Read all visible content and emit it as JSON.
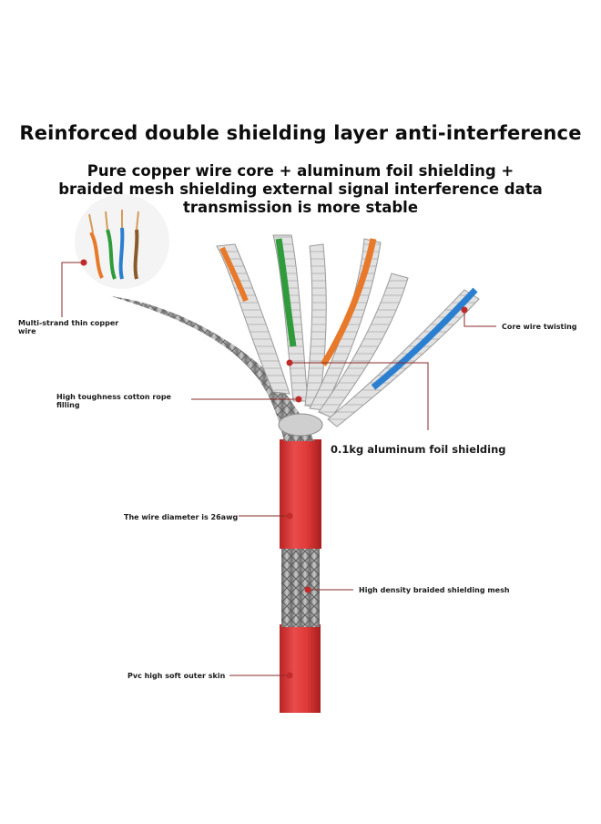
{
  "title": "Reinforced double shielding layer anti-interference",
  "subtitle": "Pure copper wire core + aluminum foil shielding + braided mesh shielding external signal interference data transmission is more stable",
  "callouts": {
    "copper": "Multi-strand thin copper wire",
    "core_twisting": "Core wire twisting",
    "cotton": "High toughness cotton rope filling",
    "foil": "0.1kg aluminum foil shielding",
    "diameter": "The wire diameter is 26awg",
    "braid": "High density braided shielding mesh",
    "pvc": "Pvc high soft outer skin"
  },
  "colors": {
    "jacket": "#e03a3a",
    "jacket_dark": "#b82424",
    "callout_line": "#8a2a2a",
    "braid": "#9a9a9a",
    "foil": "#d9d9d9",
    "pair_orange": "#e8792a",
    "pair_green": "#2f9b3a",
    "pair_blue": "#2b7fd0",
    "pair_brown": "#8a5a2b"
  }
}
